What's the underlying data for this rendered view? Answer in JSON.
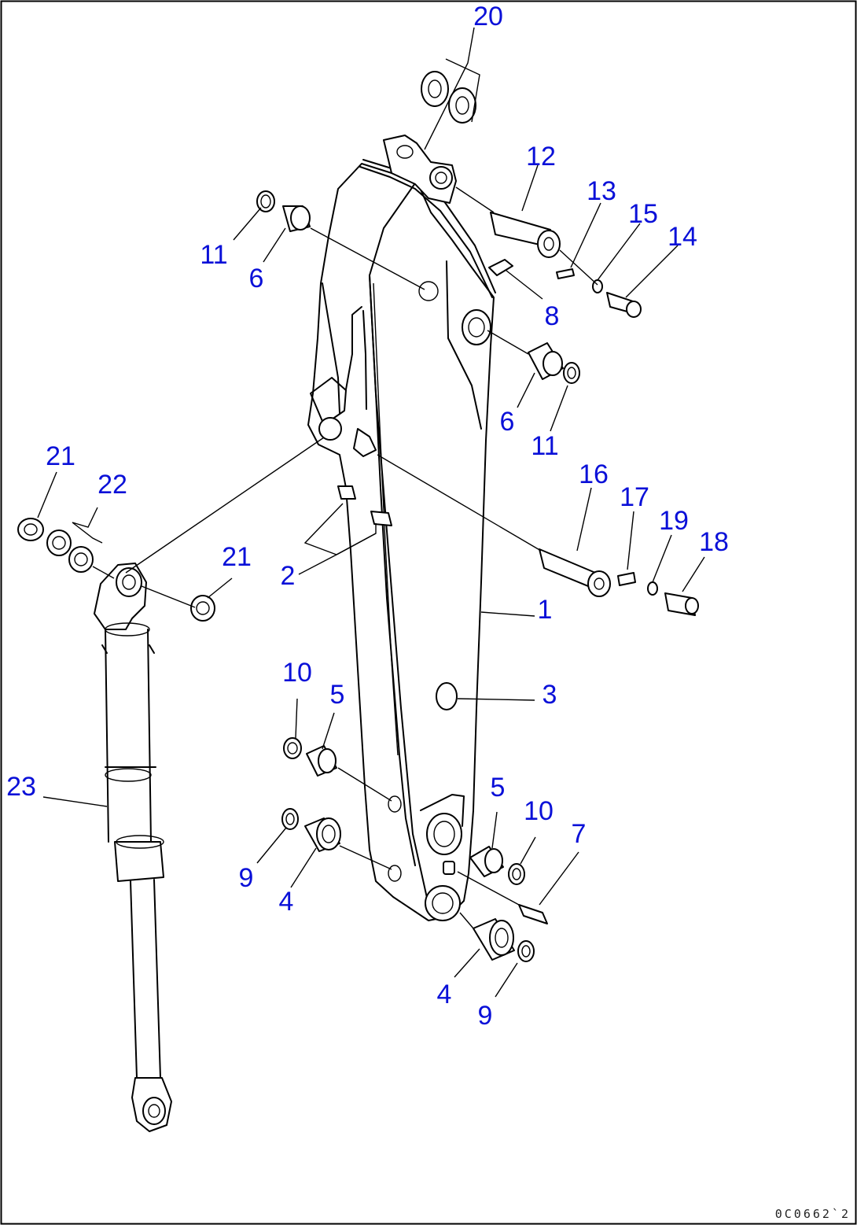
{
  "drawing_code": "0C0662`2",
  "callouts": [
    {
      "id": "c1",
      "label": "1"
    },
    {
      "id": "c2",
      "label": "2"
    },
    {
      "id": "c3",
      "label": "3"
    },
    {
      "id": "c4a",
      "label": "4"
    },
    {
      "id": "c4b",
      "label": "4"
    },
    {
      "id": "c5a",
      "label": "5"
    },
    {
      "id": "c5b",
      "label": "5"
    },
    {
      "id": "c6a",
      "label": "6"
    },
    {
      "id": "c6b",
      "label": "6"
    },
    {
      "id": "c7",
      "label": "7"
    },
    {
      "id": "c8",
      "label": "8"
    },
    {
      "id": "c9a",
      "label": "9"
    },
    {
      "id": "c9b",
      "label": "9"
    },
    {
      "id": "c10a",
      "label": "10"
    },
    {
      "id": "c10b",
      "label": "10"
    },
    {
      "id": "c11a",
      "label": "11"
    },
    {
      "id": "c11b",
      "label": "11"
    },
    {
      "id": "c12",
      "label": "12"
    },
    {
      "id": "c13",
      "label": "13"
    },
    {
      "id": "c14",
      "label": "14"
    },
    {
      "id": "c15",
      "label": "15"
    },
    {
      "id": "c16",
      "label": "16"
    },
    {
      "id": "c17",
      "label": "17"
    },
    {
      "id": "c18",
      "label": "18"
    },
    {
      "id": "c19",
      "label": "19"
    },
    {
      "id": "c20",
      "label": "20"
    },
    {
      "id": "c21a",
      "label": "21"
    },
    {
      "id": "c21b",
      "label": "21"
    },
    {
      "id": "c22",
      "label": "22"
    },
    {
      "id": "c23",
      "label": "23"
    }
  ]
}
